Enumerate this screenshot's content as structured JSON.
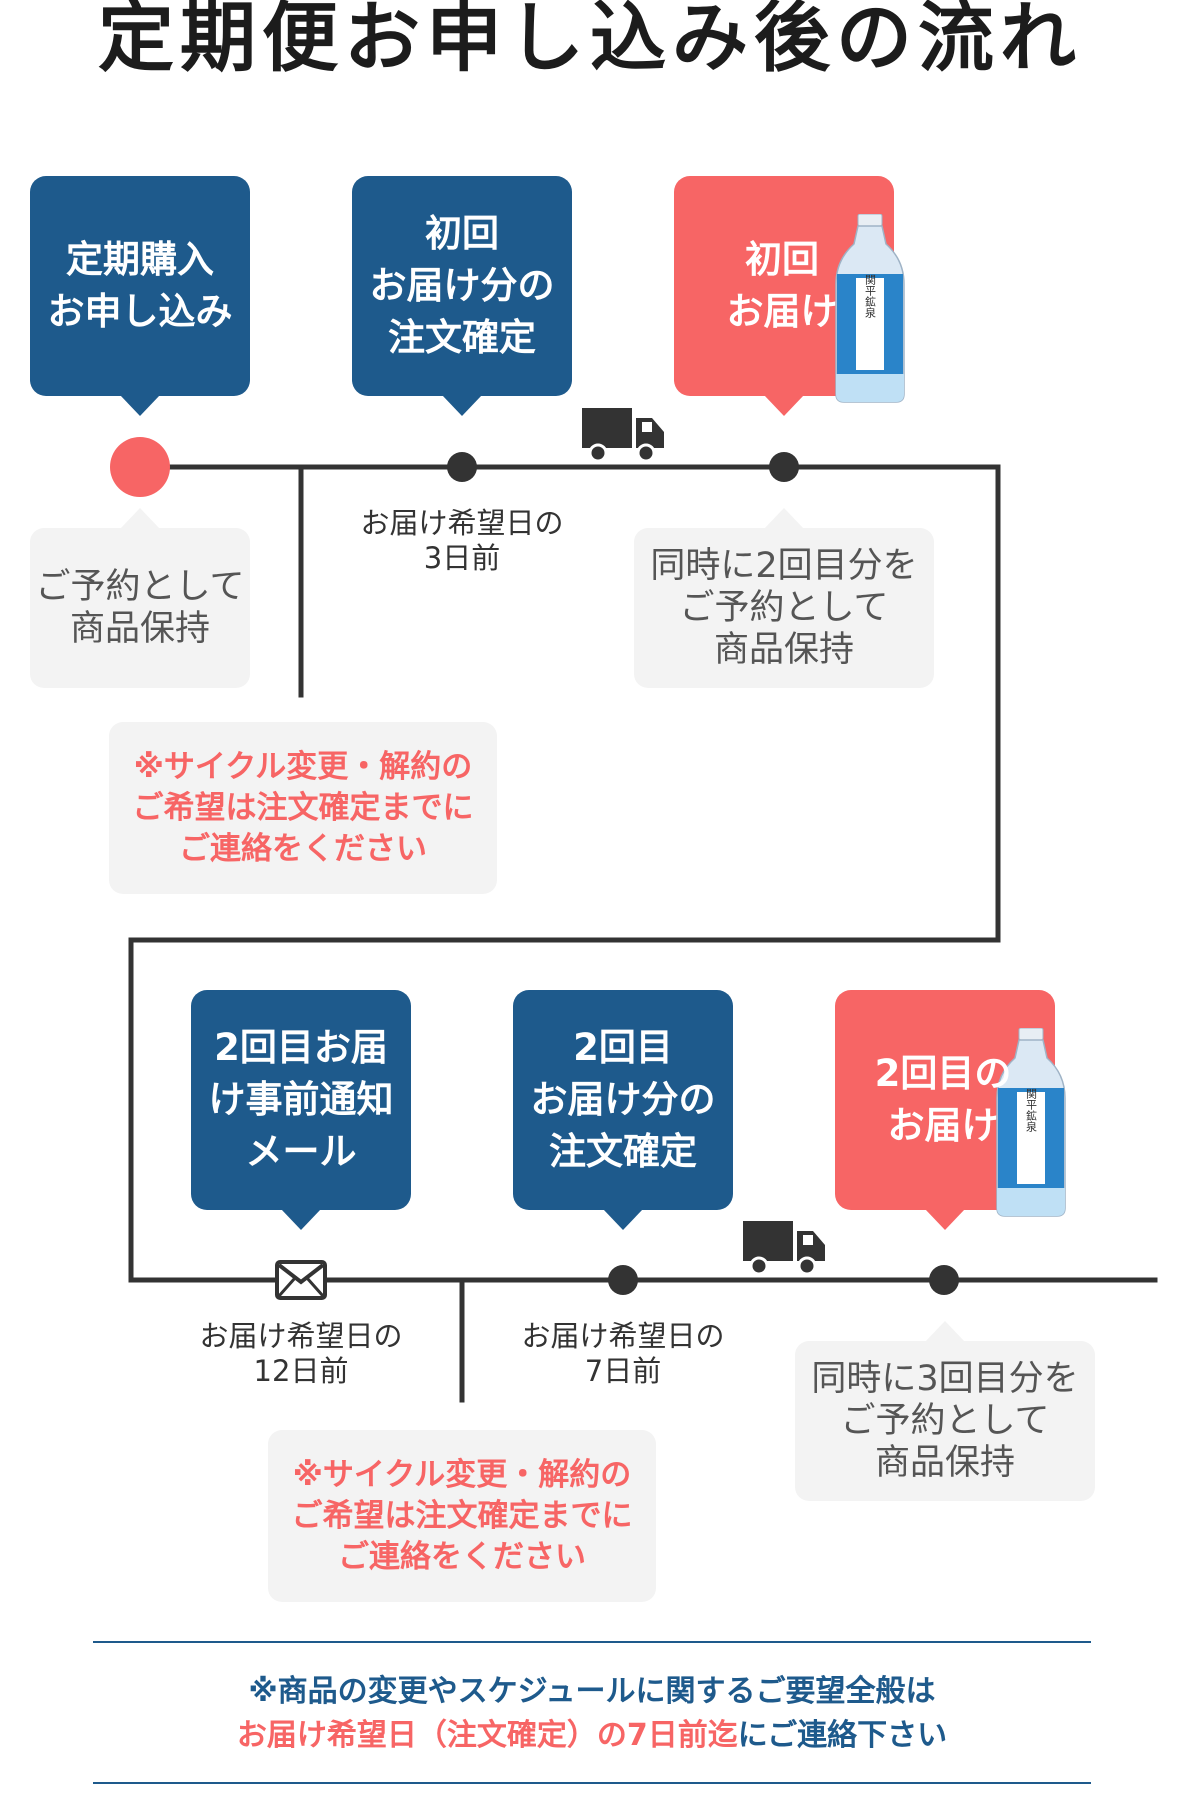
{
  "title": "定期便お申し込み後の流れ",
  "colors": {
    "navy": "#1e5a8c",
    "coral": "#f76565",
    "line": "#333333",
    "note_bg": "#f3f3f3"
  },
  "row1": {
    "steps": [
      {
        "label": "定期購入\nお申し込み",
        "style": "blue"
      },
      {
        "label": "初回\nお届け分の\n注文確定",
        "style": "blue"
      },
      {
        "label": "初回\nお届け",
        "style": "red",
        "icon": "water-bottle-icon"
      }
    ],
    "timeline_label": "お届け希望日の\n3日前",
    "notes": [
      "ご予約として\n商品保持",
      "同時に2回目分を\nご予約として\n商品保持"
    ],
    "warning": "※サイクル変更・解約の\nご希望は注文確定までに\nご連絡をください"
  },
  "row2": {
    "steps": [
      {
        "label": "2回目お届\nけ事前通知\nメール",
        "style": "blue"
      },
      {
        "label": "2回目\nお届け分の\n注文確定",
        "style": "blue"
      },
      {
        "label": "2回目の\nお届け",
        "style": "red",
        "icon": "water-bottle-icon"
      }
    ],
    "timeline_labels": [
      "お届け希望日の\n12日前",
      "お届け希望日の\n7日前"
    ],
    "note": "同時に3回目分を\nご予約として\n商品保持",
    "warning": "※サイクル変更・解約の\nご希望は注文確定までに\nご連絡をください"
  },
  "icons": [
    "truck-icon",
    "envelope-icon",
    "water-bottle-icon"
  ],
  "bottle_label": "関平鉱泉",
  "footer": {
    "line1": "※商品の変更やスケジュールに関するご要望全般は",
    "line2_red": "お届け希望日（注文確定）の7日前迄",
    "line2_blue": "にご連絡下さい"
  }
}
